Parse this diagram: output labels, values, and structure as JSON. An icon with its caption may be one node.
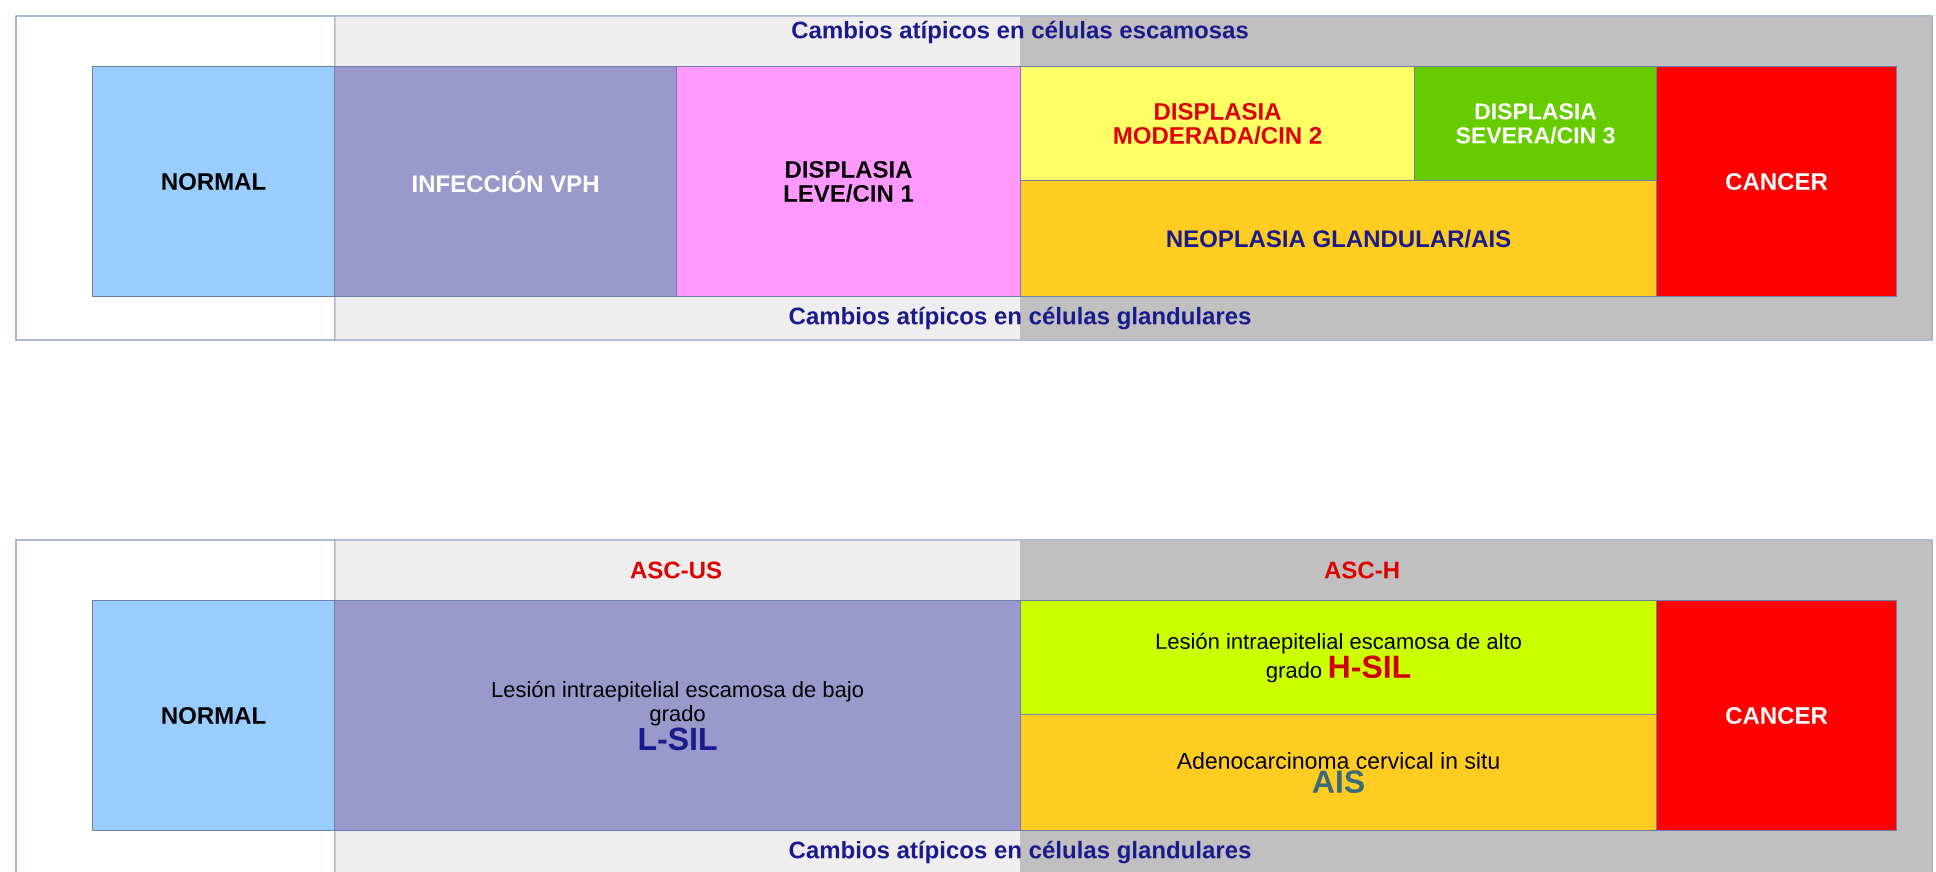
{
  "diagram": {
    "nodes": [
      {
        "text": [
          "NORMAL"
        ]
      },
      {
        "text": [
          "INFECCIÓN VPH"
        ]
      },
      {
        "text": [
          "DISPLASIA LEVE/CIN 1"
        ]
      },
      {
        "text": [
          "DISPLASIA MODERADA/CIN 2"
        ]
      },
      {
        "text": [
          "DISPLASIA SEVERA/CIN 3"
        ]
      },
      {
        "text": [
          "NEOPLASIA GLANDULAR/AIS"
        ]
      },
      {
        "text": [
          "CANCER"
        ]
      },
      {
        "text": [
          "NORMAL"
        ]
      },
      {
        "text": [
          "Lesión intraepitelial escamosa de bajo grado",
          "L-SIL"
        ]
      },
      {
        "text": [
          "Lesión intraepitelial escamosa de alto grado",
          "H-SIL"
        ]
      },
      {
        "text": [
          "Adenocarcinoma cervical in situ",
          "AIS"
        ]
      },
      {
        "text": [
          "CANCER"
        ]
      }
    ],
    "labels": [
      "Cambios atípicos en células escamosas",
      "Cambios atípicos en células glandulares",
      "ASC-US",
      "ASC-H",
      "Cambios atípicos en células glandulares"
    ]
  }
}
